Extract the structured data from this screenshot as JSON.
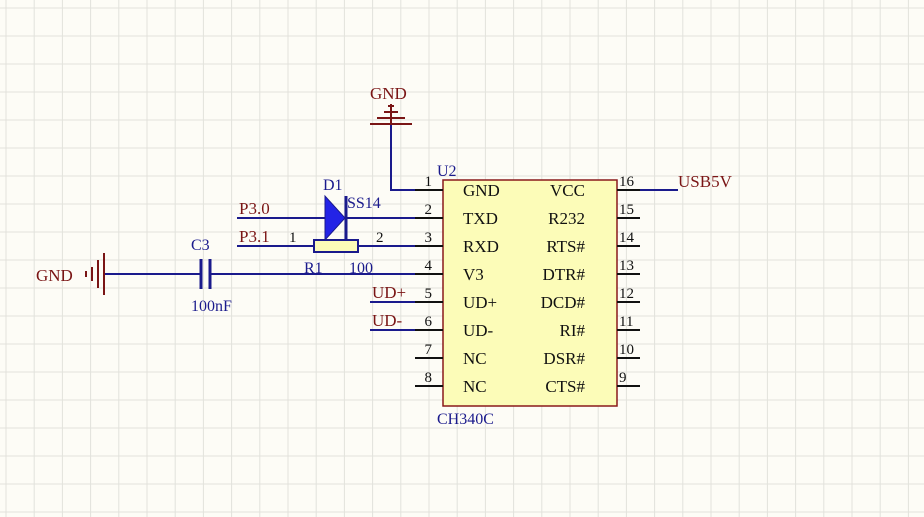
{
  "colors": {
    "background": "#fdfcf6",
    "grid": "#e2e2dc",
    "wire": "#1a1a8c",
    "net_label": "#7a1515",
    "ic_fill": "#fcfcb8",
    "ic_border": "#8a1a1a",
    "diode_fill": "#2323e6"
  },
  "ic": {
    "designator": "U2",
    "part": "CH340C",
    "left_pins": [
      {
        "num": "1",
        "name": "GND"
      },
      {
        "num": "2",
        "name": "TXD"
      },
      {
        "num": "3",
        "name": "RXD"
      },
      {
        "num": "4",
        "name": "V3"
      },
      {
        "num": "5",
        "name": "UD+"
      },
      {
        "num": "6",
        "name": "UD-"
      },
      {
        "num": "7",
        "name": "NC"
      },
      {
        "num": "8",
        "name": "NC"
      }
    ],
    "right_pins": [
      {
        "num": "16",
        "name": "VCC"
      },
      {
        "num": "15",
        "name": "R232"
      },
      {
        "num": "14",
        "name": "RTS#"
      },
      {
        "num": "13",
        "name": "DTR#"
      },
      {
        "num": "12",
        "name": "DCD#"
      },
      {
        "num": "11",
        "name": "RI#"
      },
      {
        "num": "10",
        "name": "DSR#"
      },
      {
        "num": "9",
        "name": "CTS#"
      }
    ]
  },
  "diode": {
    "designator": "D1",
    "value": "SS14"
  },
  "resistor": {
    "designator": "R1",
    "value": "100",
    "pin1": "1",
    "pin2": "2"
  },
  "capacitor": {
    "designator": "C3",
    "value": "100nF"
  },
  "nets": {
    "gnd_top": "GND",
    "gnd_left": "GND",
    "usb5v": "USB5V",
    "p30": "P3.0",
    "p31": "P3.1",
    "udp": "UD+",
    "udm": "UD-"
  }
}
